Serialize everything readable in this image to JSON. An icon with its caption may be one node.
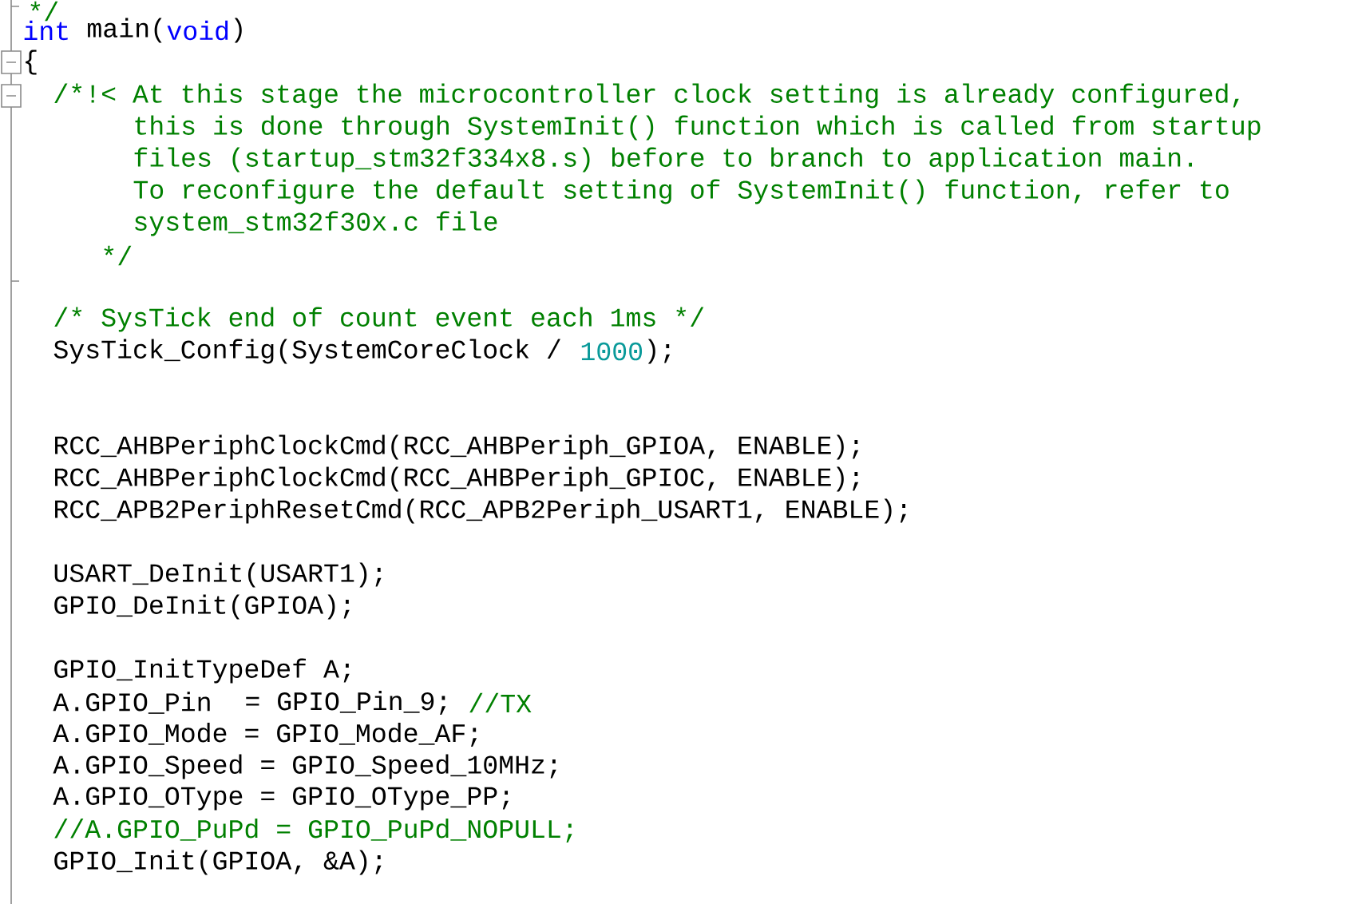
{
  "diagram": {
    "labels": [
      "*/",
      "int",
      "main(",
      "void",
      ")",
      "{",
      "/*!< At this stage the microcontroller clock setting is already configured,",
      "this is done through SystemInit() function which is called from startup",
      "files (startup_stm32f334x8.s) before to branch to application main.",
      "To reconfigure the default setting of SystemInit() function, refer to",
      "system_stm32f30x.c file",
      "*/",
      "/* SysTick end of count event each 1ms */",
      "SysTick_Config(SystemCoreClock /",
      "1000",
      ");",
      "RCC_AHBPeriphClockCmd(RCC_AHBPeriph_GPIOA, ENABLE);",
      "RCC_AHBPeriphClockCmd(RCC_AHBPeriph_GPIOC, ENABLE);",
      "RCC_APB2PeriphResetCmd(RCC_APB2Periph_USART1, ENABLE);",
      "USART_DeInit(USART1);",
      "GPIO_DeInit(GPIOA);",
      "GPIO_InitTypeDef A;",
      "A.GPIO_Pin",
      "= GPIO_Pin_9;",
      "//TX",
      "A.GPIO_Mode = GPIO_Mode_AF;",
      "A.GPIO_Speed = GPIO_Speed_10MHz;",
      "A.GPIO_OType = GPIO_OType_PP;",
      "//A.GPIO_PuPd = GPIO_PuPd_NOPULL;",
      "GPIO_Init(GPIOA, &A);"
    ]
  }
}
